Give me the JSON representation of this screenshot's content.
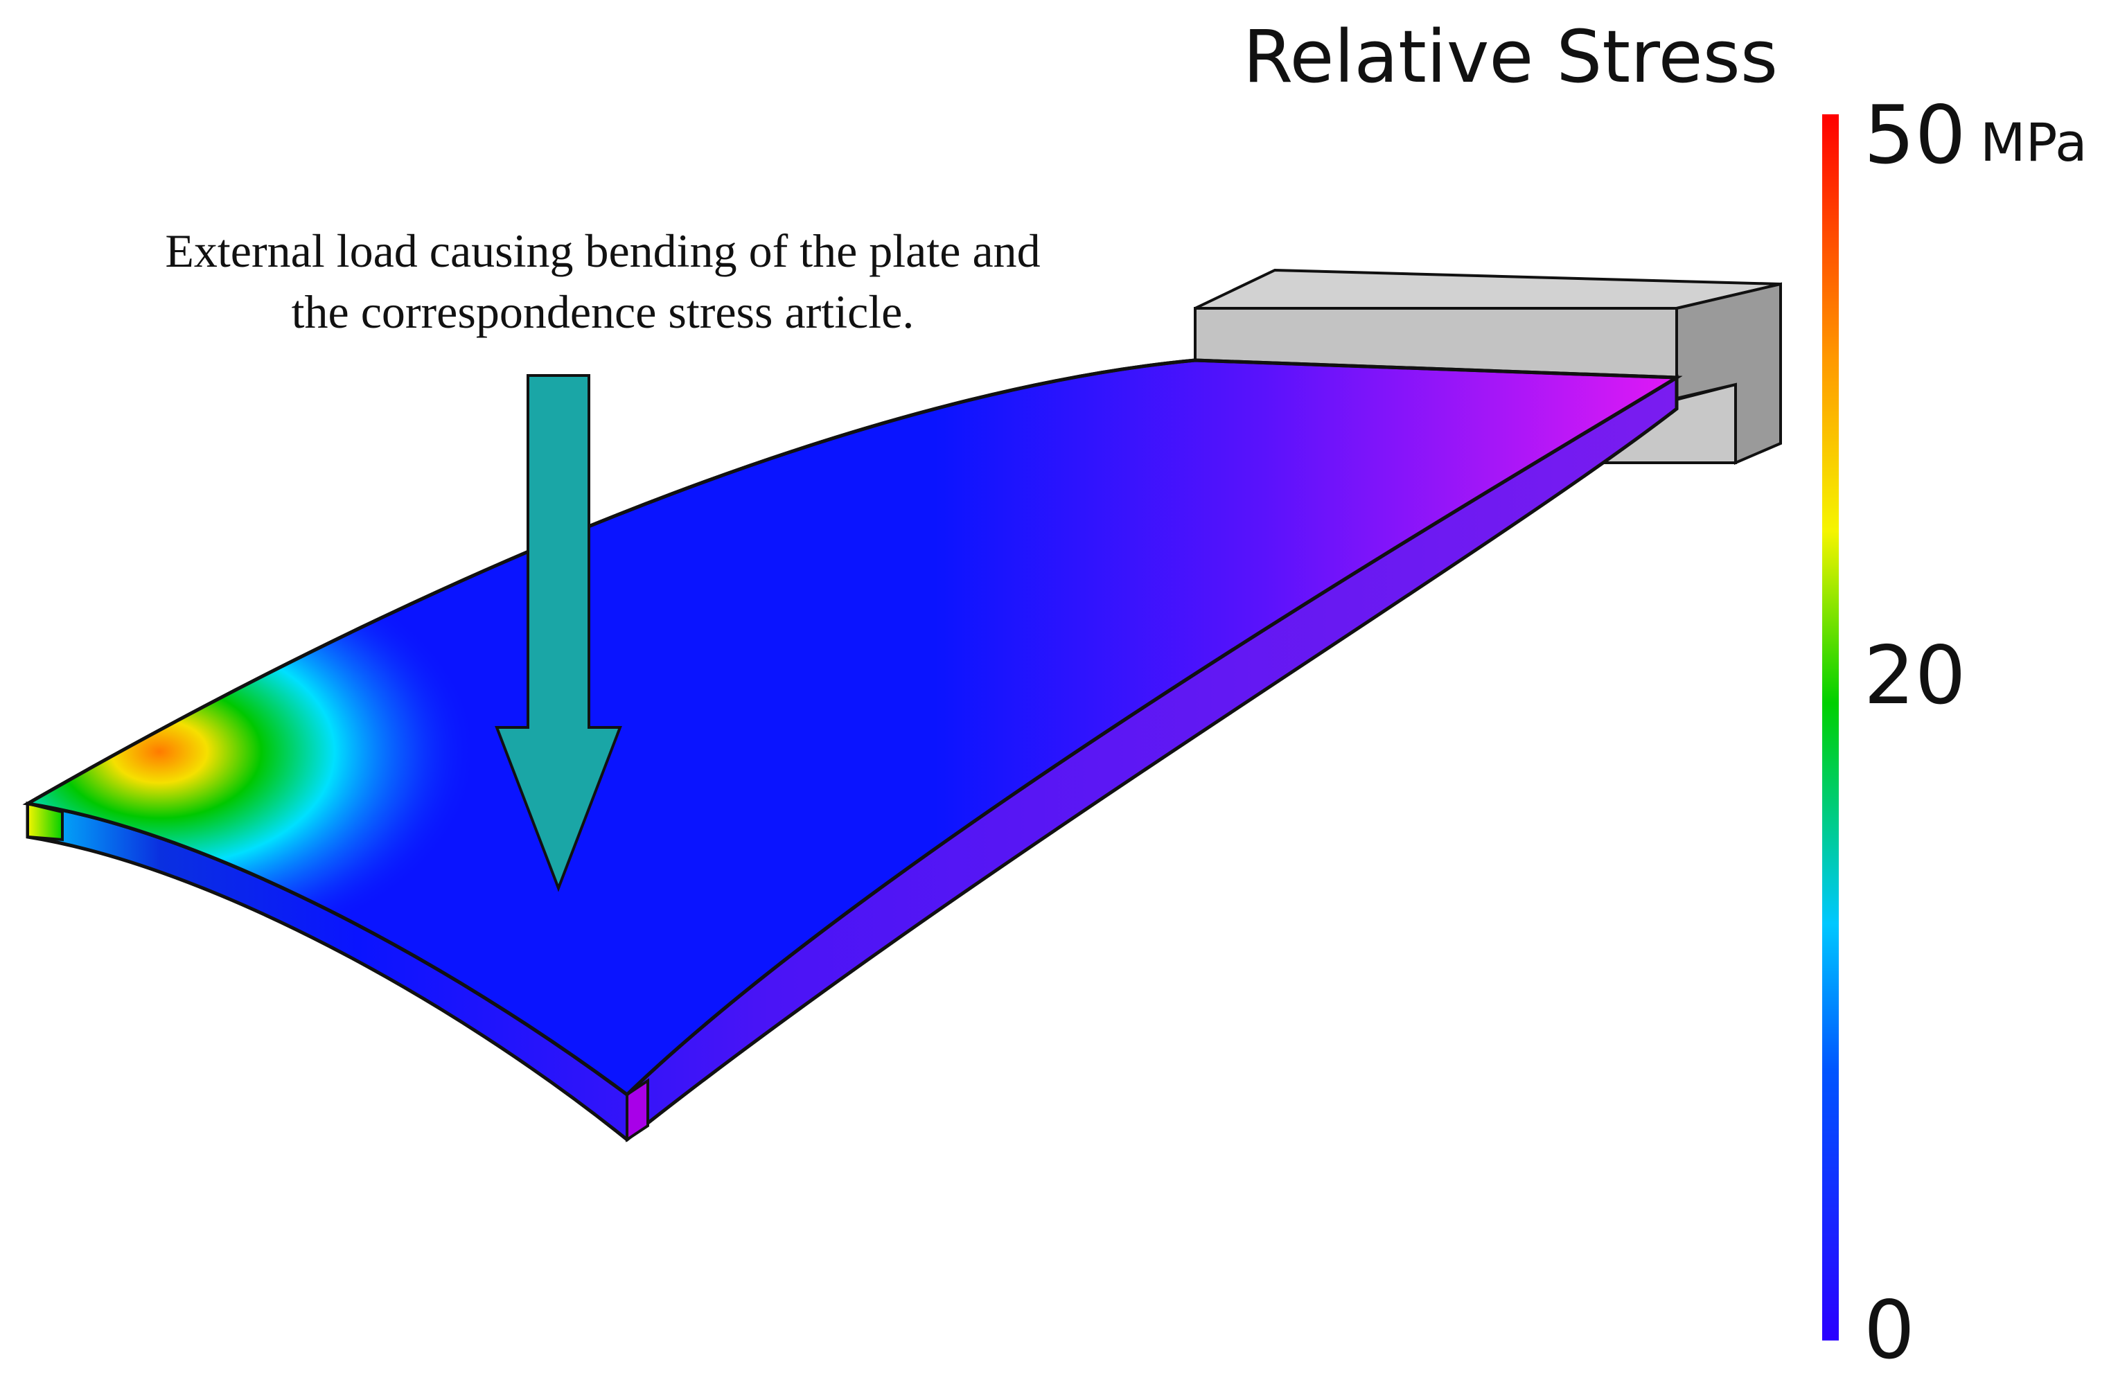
{
  "colorbar": {
    "title": "Relative Stress",
    "unit": "MPa",
    "ticks": [
      {
        "label": "50",
        "value": 50
      },
      {
        "label": "20",
        "value": 20
      },
      {
        "label": "0",
        "value": 0
      }
    ],
    "colors": [
      "#2a00ff",
      "#0055ff",
      "#00c8ff",
      "#00d000",
      "#f5f500",
      "#ff9900",
      "#ff0000"
    ]
  },
  "annotation": {
    "line1": "External load causing bending of the plate and",
    "line2": "the correspondence stress article."
  },
  "colors": {
    "load_arrow": "#1aa6a6",
    "support": "#c3c3c3",
    "plate_low_stress": "#0a14ff",
    "plate_near_support": "#e019f5",
    "plate_side": "#7a1cf0"
  }
}
